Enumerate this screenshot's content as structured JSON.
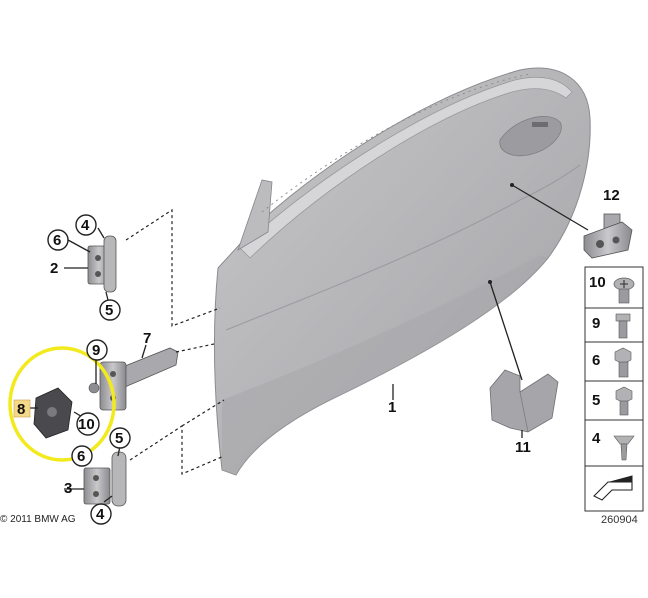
{
  "callouts": {
    "door": "1",
    "hinge_upper_label": "2",
    "hinge_lower_label": "3",
    "bolt_upper_top": "4",
    "bolt_upper_bottom": "5",
    "bolt_lower_top": "5",
    "bolt_lower_bottom": "4",
    "screw_upper": "6",
    "screw_lower": "6",
    "check_strap": "7",
    "seal_highlighted": "8",
    "screw_check": "9",
    "screw_seal": "10",
    "cover_lower": "11",
    "catch_upper": "12"
  },
  "parts_legend": [
    "10",
    "9",
    "6",
    "5",
    "4"
  ],
  "copyright": "© 2011 BMW AG",
  "image_number": "260904",
  "colors": {
    "door_body": "#b9b9bb",
    "door_shade": "#a5a5a8",
    "highlight_ring": "#f2ea1c",
    "badge_fill": "#f5d98a"
  }
}
